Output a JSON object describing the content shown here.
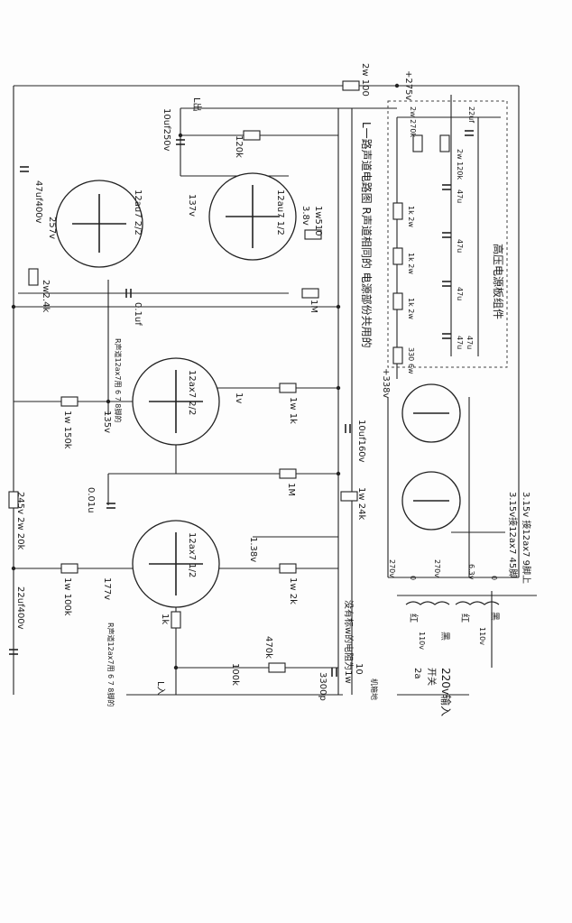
{
  "labels": {
    "b_plus": "+275v",
    "r_top": "2w 100",
    "l_out": "L出",
    "c_out": "10uf250v",
    "r_out": "120k",
    "v137": "137v",
    "v38": "3.8v",
    "r_k510": "1w510",
    "v257": "257v",
    "c_47uf400": "47uf400v",
    "r_24k": "2w2.4k",
    "c_01uf": "0.1uf",
    "r_1m_a": "1M",
    "v135": "135v",
    "r_150k": "1w 150k",
    "r_1k_g": "1w 1k",
    "v1": "1v",
    "note_r_ch": "R声道12ax7用 6 7 8脚的",
    "c_10uf160": "10uf160v",
    "c_001u": "0.01u",
    "r_1m_b": "1M",
    "r_24k_b": "1w 24k",
    "v245": "245v 2w 20k",
    "r_100k": "1w 100k",
    "v177": "177v",
    "v138": "1.38v",
    "r_2k": "1w 2k",
    "c_22uf400": "22uf400v",
    "r_1k_in": "1k",
    "r_470k": "470k",
    "pot_100k": "100k",
    "note_r_ch2": "R声道12ax7用 6 7 8脚的",
    "in_label": "L入",
    "c_3300p": "3300p",
    "note_1w": "没有标w的电阻为1w",
    "c_10": "10",
    "ground": "机箱地",
    "title_side": "L一路声道电路图 R声道相同的 电源部份共用的",
    "v338": "+338v",
    "psu_title": "高压电源板组件",
    "psu_r1": "2w 270k",
    "psu_c1": "22uf",
    "psu_r2": "2w 120k",
    "psu_c2": "47u",
    "psu_r3": "1k 2w",
    "psu_c3": "47u",
    "psu_r4": "1k 2w",
    "psu_c4": "47u",
    "psu_r5": "1k 2w",
    "psu_c5": "47u",
    "psu_r6": "330 6w",
    "psu_c6": "47u",
    "heater1": "3.15v接12ax7 45脚",
    "heater2": "3.15v 接12ax7 9脚上",
    "tv_a": "270v",
    "tv_0a": "0",
    "tv_b": "270v",
    "tv_c": "6.3v",
    "tv_0b": "0",
    "red1": "红",
    "black1": "黑",
    "red2": "红",
    "black2": "黑",
    "v110a": "110v",
    "v110b": "110v",
    "fuse": "2a",
    "switch": "开关",
    "mains": "220v输入",
    "tube_12au7_a": "12au7 2/2",
    "tube_12au7_b": "12au7 1/2",
    "tube_12ax7_a": "12ax7 2/2",
    "tube_12ax7_b": "12ax7 1/2"
  }
}
